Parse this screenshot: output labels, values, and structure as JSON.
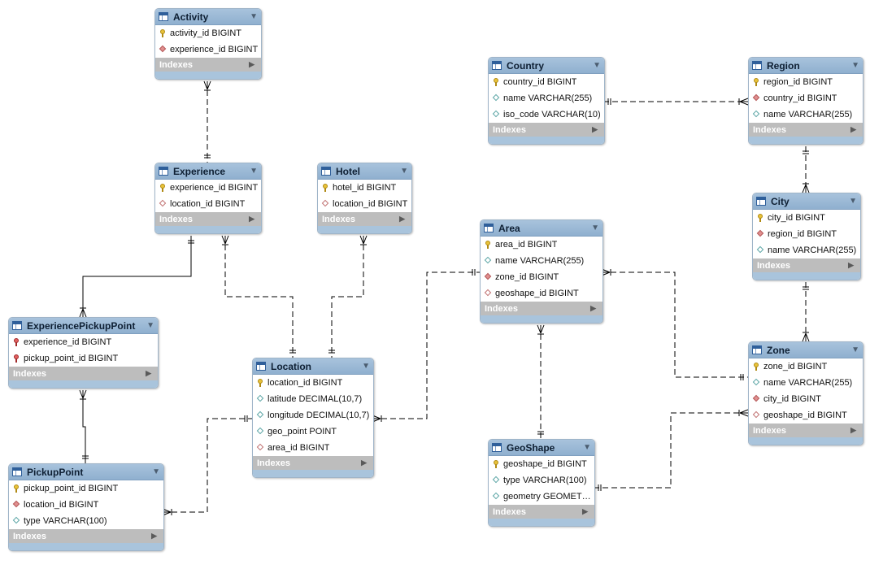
{
  "diagram": {
    "tables": [
      {
        "key": "activity",
        "name": "Activity",
        "columns": [
          {
            "text": "activity_id BIGINT",
            "icon": "primary-key-icon"
          },
          {
            "text": "experience_id BIGINT",
            "icon": "foreign-key-icon"
          }
        ]
      },
      {
        "key": "experience",
        "name": "Experience",
        "columns": [
          {
            "text": "experience_id BIGINT",
            "icon": "primary-key-icon"
          },
          {
            "text": "location_id BIGINT",
            "icon": "nullable-foreign-key-icon"
          }
        ]
      },
      {
        "key": "hotel",
        "name": "Hotel",
        "columns": [
          {
            "text": "hotel_id BIGINT",
            "icon": "primary-key-icon"
          },
          {
            "text": "location_id BIGINT",
            "icon": "nullable-foreign-key-icon"
          }
        ]
      },
      {
        "key": "experiencepickuppoint",
        "name": "ExperiencePickupPoint",
        "columns": [
          {
            "text": "experience_id BIGINT",
            "icon": "primary-foreign-key-icon"
          },
          {
            "text": "pickup_point_id BIGINT",
            "icon": "primary-foreign-key-icon"
          }
        ]
      },
      {
        "key": "pickuppoint",
        "name": "PickupPoint",
        "columns": [
          {
            "text": "pickup_point_id BIGINT",
            "icon": "primary-key-icon"
          },
          {
            "text": "location_id BIGINT",
            "icon": "foreign-key-icon"
          },
          {
            "text": "type VARCHAR(100)",
            "icon": "column-icon"
          }
        ]
      },
      {
        "key": "location",
        "name": "Location",
        "columns": [
          {
            "text": "location_id BIGINT",
            "icon": "primary-key-icon"
          },
          {
            "text": "latitude DECIMAL(10,7)",
            "icon": "column-icon"
          },
          {
            "text": "longitude DECIMAL(10,7)",
            "icon": "column-icon"
          },
          {
            "text": "geo_point POINT",
            "icon": "column-icon"
          },
          {
            "text": "area_id BIGINT",
            "icon": "nullable-foreign-key-icon"
          }
        ]
      },
      {
        "key": "area",
        "name": "Area",
        "columns": [
          {
            "text": "area_id BIGINT",
            "icon": "primary-key-icon"
          },
          {
            "text": "name VARCHAR(255)",
            "icon": "column-icon"
          },
          {
            "text": "zone_id BIGINT",
            "icon": "foreign-key-icon"
          },
          {
            "text": "geoshape_id BIGINT",
            "icon": "nullable-foreign-key-icon"
          }
        ]
      },
      {
        "key": "geoshape",
        "name": "GeoShape",
        "columns": [
          {
            "text": "geoshape_id BIGINT",
            "icon": "primary-key-icon"
          },
          {
            "text": "type VARCHAR(100)",
            "icon": "column-icon"
          },
          {
            "text": "geometry GEOMET…",
            "icon": "column-icon"
          }
        ]
      },
      {
        "key": "country",
        "name": "Country",
        "columns": [
          {
            "text": "country_id BIGINT",
            "icon": "primary-key-icon"
          },
          {
            "text": "name VARCHAR(255)",
            "icon": "column-icon"
          },
          {
            "text": "iso_code VARCHAR(10)",
            "icon": "column-icon"
          }
        ]
      },
      {
        "key": "region",
        "name": "Region",
        "columns": [
          {
            "text": "region_id BIGINT",
            "icon": "primary-key-icon"
          },
          {
            "text": "country_id BIGINT",
            "icon": "foreign-key-icon"
          },
          {
            "text": "name VARCHAR(255)",
            "icon": "column-icon"
          }
        ]
      },
      {
        "key": "city",
        "name": "City",
        "columns": [
          {
            "text": "city_id BIGINT",
            "icon": "primary-key-icon"
          },
          {
            "text": "region_id BIGINT",
            "icon": "foreign-key-icon"
          },
          {
            "text": "name VARCHAR(255)",
            "icon": "column-icon"
          }
        ]
      },
      {
        "key": "zone",
        "name": "Zone",
        "columns": [
          {
            "text": "zone_id BIGINT",
            "icon": "primary-key-icon"
          },
          {
            "text": "name VARCHAR(255)",
            "icon": "column-icon"
          },
          {
            "text": "city_id BIGINT",
            "icon": "foreign-key-icon"
          },
          {
            "text": "geoshape_id BIGINT",
            "icon": "nullable-foreign-key-icon"
          }
        ]
      }
    ],
    "indexes_label": "Indexes",
    "relationships": [
      {
        "from": "activity",
        "to": "experience",
        "style": "identifying-dashed"
      },
      {
        "from": "experience",
        "to": "experiencepickuppoint",
        "style": "identifying-solid"
      },
      {
        "from": "experience",
        "to": "location",
        "style": "non-identifying-dashed"
      },
      {
        "from": "hotel",
        "to": "location",
        "style": "non-identifying-dashed"
      },
      {
        "from": "experiencepickuppoint",
        "to": "pickuppoint",
        "style": "identifying-solid"
      },
      {
        "from": "pickuppoint",
        "to": "location",
        "style": "non-identifying-dashed"
      },
      {
        "from": "location",
        "to": "area",
        "style": "non-identifying-dashed"
      },
      {
        "from": "area",
        "to": "zone",
        "style": "non-identifying-dashed"
      },
      {
        "from": "area",
        "to": "geoshape",
        "style": "non-identifying-dashed"
      },
      {
        "from": "country",
        "to": "region",
        "style": "non-identifying-dashed"
      },
      {
        "from": "region",
        "to": "city",
        "style": "non-identifying-dashed"
      },
      {
        "from": "city",
        "to": "zone",
        "style": "non-identifying-dashed"
      },
      {
        "from": "zone",
        "to": "geoshape",
        "style": "non-identifying-dashed"
      }
    ],
    "colors": {
      "header": "#9ab8d6",
      "indexes_bar": "#bdbdbd",
      "primary_key": "#e8c23a",
      "foreign_key": "#e08f8f",
      "line": "#000000"
    }
  }
}
